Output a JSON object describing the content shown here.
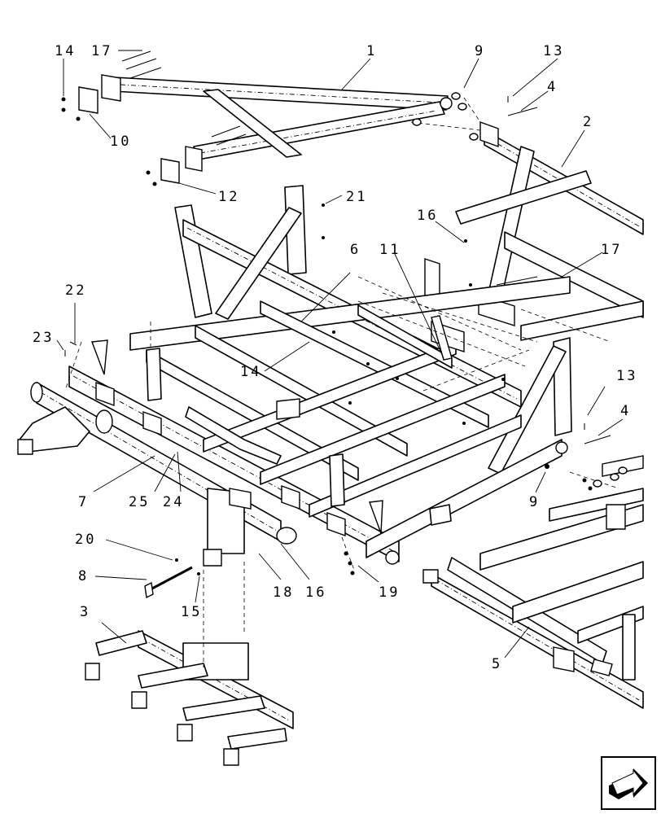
{
  "callouts": {
    "c1": "1",
    "c2": "2",
    "c3": "3",
    "c4a": "4",
    "c4b": "4",
    "c5": "5",
    "c6": "6",
    "c7": "7",
    "c8": "8",
    "c9a": "9",
    "c9b": "9",
    "c10": "10",
    "c11": "11",
    "c12": "12",
    "c13a": "13",
    "c13b": "13",
    "c14a": "14",
    "c14b": "14",
    "c15": "15",
    "c16a": "16",
    "c16b": "16",
    "c17a": "17",
    "c17b": "17",
    "c18": "18",
    "c19": "19",
    "c20": "20",
    "c21": "21",
    "c22": "22",
    "c23": "23",
    "c24": "24",
    "c25": "25"
  },
  "nav_icon": "next-page-arrow-icon"
}
